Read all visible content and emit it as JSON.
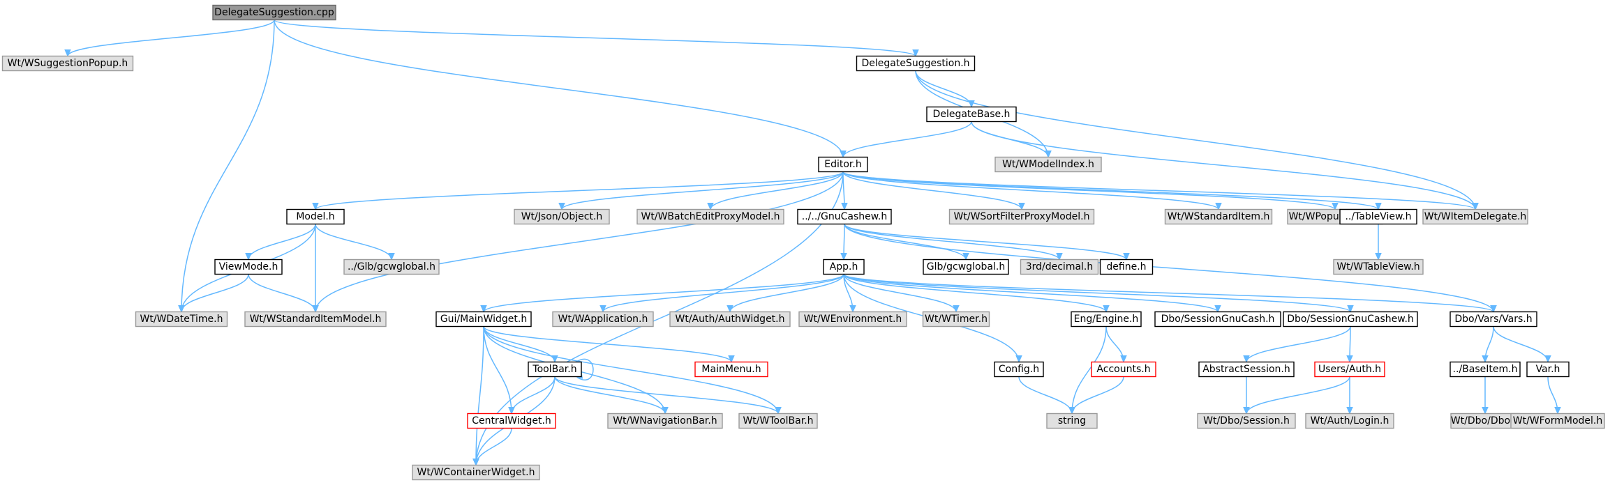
{
  "colors": {
    "root_fill": "#999999",
    "root_border": "#666666",
    "file_fill": "#ffffff",
    "file_border": "#000000",
    "external_fill": "#e0e0e0",
    "external_border": "#999999",
    "truncated_border": "#ff0000",
    "edge": "#63b8ff"
  },
  "nodes": [
    {
      "id": "root",
      "label": "DelegateSuggestion.cpp",
      "kind": "root"
    },
    {
      "id": "wsuggpopup",
      "label": "Wt/WSuggestionPopup.h",
      "kind": "external"
    },
    {
      "id": "dsh",
      "label": "DelegateSuggestion.h",
      "kind": "file"
    },
    {
      "id": "dbase",
      "label": "DelegateBase.h",
      "kind": "file"
    },
    {
      "id": "wmodelindex",
      "label": "Wt/WModelIndex.h",
      "kind": "external"
    },
    {
      "id": "editor",
      "label": "Editor.h",
      "kind": "file"
    },
    {
      "id": "model",
      "label": "Model.h",
      "kind": "file"
    },
    {
      "id": "wjson",
      "label": "Wt/Json/Object.h",
      "kind": "external"
    },
    {
      "id": "wbatch",
      "label": "Wt/WBatchEditProxyModel.h",
      "kind": "external"
    },
    {
      "id": "gnucashew",
      "label": "../../GnuCashew.h",
      "kind": "file"
    },
    {
      "id": "wsortfilter",
      "label": "Wt/WSortFilterProxyModel.h",
      "kind": "external"
    },
    {
      "id": "wstditem",
      "label": "Wt/WStandardItem.h",
      "kind": "external"
    },
    {
      "id": "wpopupmenu",
      "label": "Wt/WPopupMenu.h",
      "kind": "external"
    },
    {
      "id": "tableview",
      "label": "../TableView.h",
      "kind": "file"
    },
    {
      "id": "witemdeleg",
      "label": "Wt/WItemDelegate.h",
      "kind": "external"
    },
    {
      "id": "viewmode",
      "label": "ViewMode.h",
      "kind": "file"
    },
    {
      "id": "glbgcw1",
      "label": "../Glb/gcwglobal.h",
      "kind": "external"
    },
    {
      "id": "wdatetime",
      "label": "Wt/WDateTime.h",
      "kind": "external"
    },
    {
      "id": "wstdmodel",
      "label": "Wt/WStandardItemModel.h",
      "kind": "external"
    },
    {
      "id": "apph",
      "label": "App.h",
      "kind": "file"
    },
    {
      "id": "glbgcw2",
      "label": "Glb/gcwglobal.h",
      "kind": "file"
    },
    {
      "id": "decimal",
      "label": "3rd/decimal.h",
      "kind": "external"
    },
    {
      "id": "define",
      "label": "define.h",
      "kind": "file"
    },
    {
      "id": "wtableview",
      "label": "Wt/WTableView.h",
      "kind": "external"
    },
    {
      "id": "mainwidget",
      "label": "Gui/MainWidget.h",
      "kind": "file"
    },
    {
      "id": "wapplication",
      "label": "Wt/WApplication.h",
      "kind": "external"
    },
    {
      "id": "wauthwidget",
      "label": "Wt/Auth/AuthWidget.h",
      "kind": "external"
    },
    {
      "id": "wenv",
      "label": "Wt/WEnvironment.h",
      "kind": "external"
    },
    {
      "id": "wtimer",
      "label": "Wt/WTimer.h",
      "kind": "external"
    },
    {
      "id": "engine",
      "label": "Eng/Engine.h",
      "kind": "file"
    },
    {
      "id": "sessgnucash",
      "label": "Dbo/SessionGnuCash.h",
      "kind": "file"
    },
    {
      "id": "sessgnucashew",
      "label": "Dbo/SessionGnuCashew.h",
      "kind": "file"
    },
    {
      "id": "vars",
      "label": "Dbo/Vars/Vars.h",
      "kind": "file"
    },
    {
      "id": "mainmenu",
      "label": "MainMenu.h",
      "kind": "truncated"
    },
    {
      "id": "toolbar",
      "label": "ToolBar.h",
      "kind": "file"
    },
    {
      "id": "config",
      "label": "Config.h",
      "kind": "file"
    },
    {
      "id": "accounts",
      "label": "Accounts.h",
      "kind": "truncated"
    },
    {
      "id": "abssess",
      "label": "AbstractSession.h",
      "kind": "file"
    },
    {
      "id": "usersauth",
      "label": "Users/Auth.h",
      "kind": "truncated"
    },
    {
      "id": "baseitem",
      "label": "../BaseItem.h",
      "kind": "file"
    },
    {
      "id": "varh",
      "label": "Var.h",
      "kind": "file"
    },
    {
      "id": "centralwidget",
      "label": "CentralWidget.h",
      "kind": "truncated"
    },
    {
      "id": "wnavbar",
      "label": "Wt/WNavigationBar.h",
      "kind": "external"
    },
    {
      "id": "wtoolbar",
      "label": "Wt/WToolBar.h",
      "kind": "external"
    },
    {
      "id": "string",
      "label": "string",
      "kind": "external"
    },
    {
      "id": "wdbosession",
      "label": "Wt/Dbo/Session.h",
      "kind": "external"
    },
    {
      "id": "wauthlogin",
      "label": "Wt/Auth/Login.h",
      "kind": "external"
    },
    {
      "id": "wdbodbo",
      "label": "Wt/Dbo/Dbo.h",
      "kind": "external"
    },
    {
      "id": "wformmodel",
      "label": "Wt/WFormModel.h",
      "kind": "external"
    },
    {
      "id": "wcontainer",
      "label": "Wt/WContainerWidget.h",
      "kind": "external"
    }
  ],
  "edges": [
    [
      "root",
      "wsuggpopup"
    ],
    [
      "root",
      "dsh"
    ],
    [
      "root",
      "editor"
    ],
    [
      "root",
      "wdatetime"
    ],
    [
      "dsh",
      "dbase"
    ],
    [
      "dsh",
      "wmodelindex"
    ],
    [
      "dsh",
      "witemdeleg"
    ],
    [
      "dbase",
      "editor"
    ],
    [
      "dbase",
      "wmodelindex"
    ],
    [
      "dbase",
      "witemdeleg"
    ],
    [
      "editor",
      "model"
    ],
    [
      "editor",
      "wjson"
    ],
    [
      "editor",
      "wbatch"
    ],
    [
      "editor",
      "gnucashew"
    ],
    [
      "editor",
      "wsortfilter"
    ],
    [
      "editor",
      "wstditem"
    ],
    [
      "editor",
      "wpopupmenu"
    ],
    [
      "editor",
      "tableview"
    ],
    [
      "editor",
      "witemdeleg"
    ],
    [
      "editor",
      "wstdmodel"
    ],
    [
      "editor",
      "wcontainer"
    ],
    [
      "model",
      "viewmode"
    ],
    [
      "model",
      "glbgcw1"
    ],
    [
      "model",
      "wdatetime"
    ],
    [
      "model",
      "wstdmodel"
    ],
    [
      "viewmode",
      "wdatetime"
    ],
    [
      "viewmode",
      "wstdmodel"
    ],
    [
      "gnucashew",
      "apph"
    ],
    [
      "gnucashew",
      "glbgcw2"
    ],
    [
      "gnucashew",
      "decimal"
    ],
    [
      "gnucashew",
      "define"
    ],
    [
      "gnucashew",
      "vars"
    ],
    [
      "tableview",
      "wtableview"
    ],
    [
      "apph",
      "mainwidget"
    ],
    [
      "apph",
      "wapplication"
    ],
    [
      "apph",
      "wauthwidget"
    ],
    [
      "apph",
      "wenv"
    ],
    [
      "apph",
      "wtimer"
    ],
    [
      "apph",
      "config"
    ],
    [
      "apph",
      "engine"
    ],
    [
      "apph",
      "sessgnucash"
    ],
    [
      "apph",
      "sessgnucashew"
    ],
    [
      "apph",
      "vars"
    ],
    [
      "mainwidget",
      "mainmenu"
    ],
    [
      "mainwidget",
      "toolbar"
    ],
    [
      "mainwidget",
      "centralwidget"
    ],
    [
      "mainwidget",
      "wnavbar"
    ],
    [
      "mainwidget",
      "wtoolbar"
    ],
    [
      "mainwidget",
      "wcontainer"
    ],
    [
      "toolbar",
      "toolbar"
    ],
    [
      "toolbar",
      "centralwidget"
    ],
    [
      "toolbar",
      "wnavbar"
    ],
    [
      "toolbar",
      "wtoolbar"
    ],
    [
      "toolbar",
      "wcontainer"
    ],
    [
      "centralwidget",
      "wcontainer"
    ],
    [
      "engine",
      "accounts"
    ],
    [
      "engine",
      "string"
    ],
    [
      "config",
      "string"
    ],
    [
      "accounts",
      "string"
    ],
    [
      "sessgnucashew",
      "abssess"
    ],
    [
      "sessgnucashew",
      "usersauth"
    ],
    [
      "abssess",
      "wdbosession"
    ],
    [
      "usersauth",
      "wdbosession"
    ],
    [
      "usersauth",
      "wauthlogin"
    ],
    [
      "vars",
      "baseitem"
    ],
    [
      "vars",
      "varh"
    ],
    [
      "baseitem",
      "wdbodbo"
    ],
    [
      "varh",
      "wformmodel"
    ]
  ]
}
